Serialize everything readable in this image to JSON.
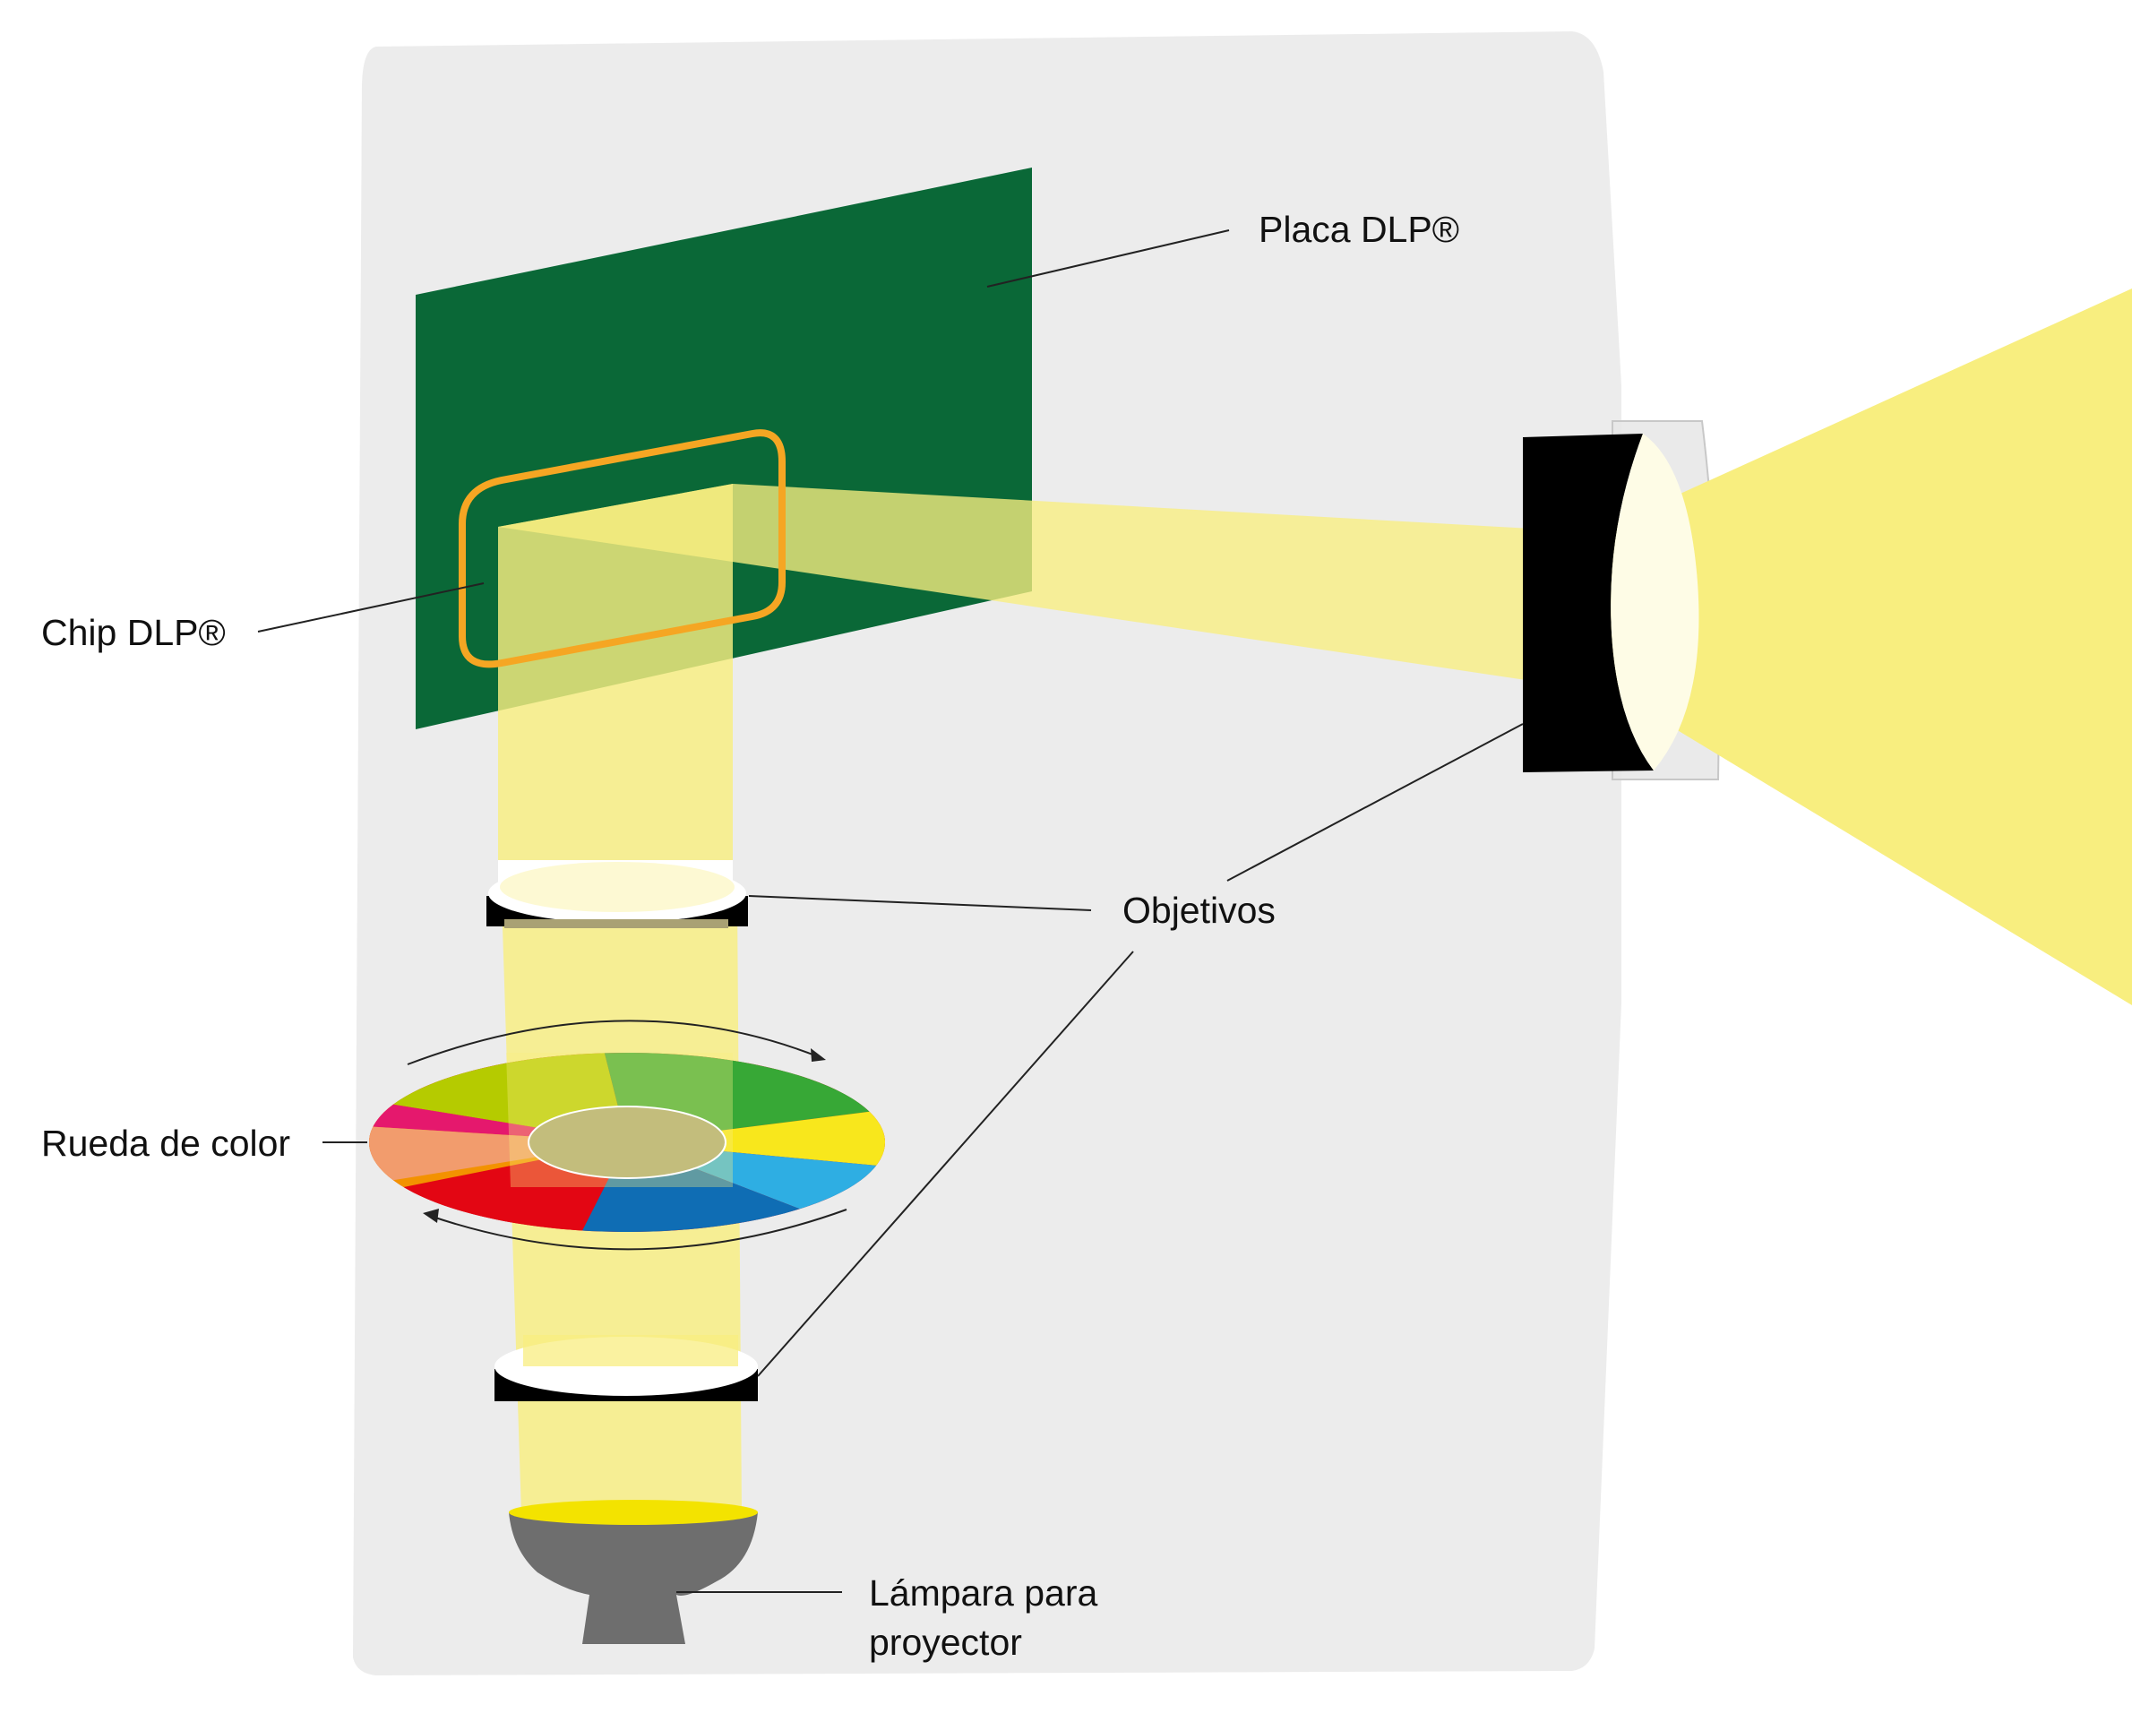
{
  "labels": {
    "placa": "Placa DLP®",
    "chip": "Chip DLP®",
    "objetivos": "Objetivos",
    "rueda": "Rueda de color",
    "lampara_line1": "Lámpara para",
    "lampara_line2": "proyector"
  },
  "colors": {
    "housing": "#ececec",
    "board": "#0a6837",
    "chip_border": "#f5a623",
    "light_beam": "#f7ea7a",
    "lens_body": "#000000",
    "lamp": "#6e6e6e",
    "lamp_glow": "#f3e300",
    "wheel_hub": "#c3bd7c"
  },
  "color_wheel_segments": [
    {
      "color": "#b5cb00"
    },
    {
      "color": "#37a836"
    },
    {
      "color": "#f8e71c"
    },
    {
      "color": "#2eaee3"
    },
    {
      "color": "#0f6db4"
    },
    {
      "color": "#e30613"
    },
    {
      "color": "#f39200"
    },
    {
      "color": "#e5186d"
    },
    {
      "color": "#f29c6d"
    }
  ]
}
